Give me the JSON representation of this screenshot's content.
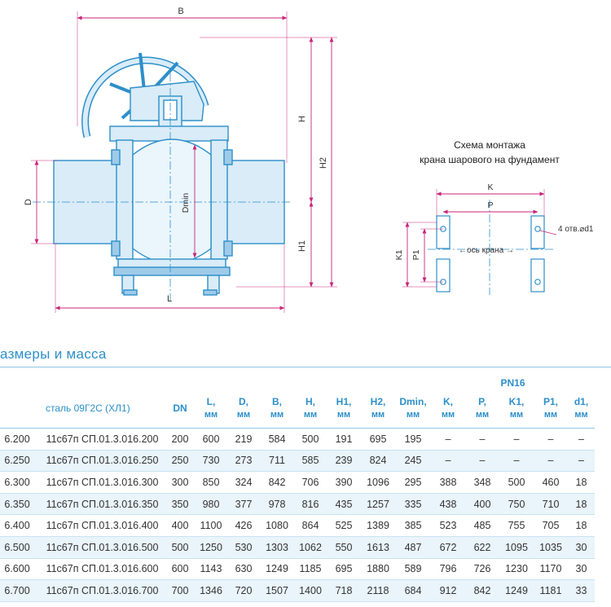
{
  "drawing": {
    "main_labels": {
      "B": "B",
      "H": "H",
      "H2": "H2",
      "H1": "H1",
      "D": "D",
      "Dmin": "Dmin",
      "L": "L"
    },
    "schema": {
      "title_line1": "Схема монтажа",
      "title_line2": "крана шарового на фундамент",
      "K": "K",
      "P": "P",
      "K1": "K1",
      "P1": "P1",
      "holes": "4 отв.⌀d1",
      "axis": "←ось крана →"
    },
    "line_color": "#2d8fc9",
    "part_color": "#d9ecf8"
  },
  "section_title": "азмеры и масса",
  "table": {
    "group_header": "PN16",
    "headers": {
      "steel": "сталь 09Г2С (ХЛ1)",
      "dn": "DN",
      "L": "L,",
      "D": "D,",
      "B": "B,",
      "H": "H,",
      "H1": "H1,",
      "H2": "H2,",
      "Dmin": "Dmin,",
      "K": "K,",
      "P": "P,",
      "K1": "K1,",
      "P1": "P1,",
      "d1": "d1,",
      "unit": "мм"
    },
    "rows": [
      {
        "code": "6.200",
        "steel": "11с67п СП.01.3.016.200",
        "dn": "200",
        "L": "600",
        "D": "219",
        "B": "584",
        "H": "500",
        "H1": "191",
        "H2": "695",
        "Dmin": "195",
        "K": "–",
        "P": "–",
        "K1": "–",
        "P1": "–",
        "d1": "–"
      },
      {
        "code": "6.250",
        "steel": "11с67п СП.01.3.016.250",
        "dn": "250",
        "L": "730",
        "D": "273",
        "B": "711",
        "H": "585",
        "H1": "239",
        "H2": "824",
        "Dmin": "245",
        "K": "–",
        "P": "–",
        "K1": "–",
        "P1": "–",
        "d1": "–"
      },
      {
        "code": "6.300",
        "steel": "11с67п СП.01.3.016.300",
        "dn": "300",
        "L": "850",
        "D": "324",
        "B": "842",
        "H": "706",
        "H1": "390",
        "H2": "1096",
        "Dmin": "295",
        "K": "388",
        "P": "348",
        "K1": "500",
        "P1": "460",
        "d1": "18"
      },
      {
        "code": "6.350",
        "steel": "11с67п СП.01.3.016.350",
        "dn": "350",
        "L": "980",
        "D": "377",
        "B": "978",
        "H": "816",
        "H1": "435",
        "H2": "1257",
        "Dmin": "335",
        "K": "438",
        "P": "400",
        "K1": "750",
        "P1": "710",
        "d1": "18"
      },
      {
        "code": "6.400",
        "steel": "11с67п СП.01.3.016.400",
        "dn": "400",
        "L": "1100",
        "D": "426",
        "B": "1080",
        "H": "864",
        "H1": "525",
        "H2": "1389",
        "Dmin": "385",
        "K": "523",
        "P": "485",
        "K1": "755",
        "P1": "705",
        "d1": "18"
      },
      {
        "code": "6.500",
        "steel": "11с67п СП.01.3.016.500",
        "dn": "500",
        "L": "1250",
        "D": "530",
        "B": "1303",
        "H": "1062",
        "H1": "550",
        "H2": "1613",
        "Dmin": "487",
        "K": "672",
        "P": "622",
        "K1": "1095",
        "P1": "1035",
        "d1": "30"
      },
      {
        "code": "6.600",
        "steel": "11с67п СП.01.3.016.600",
        "dn": "600",
        "L": "1143",
        "D": "630",
        "B": "1249",
        "H": "1185",
        "H1": "695",
        "H2": "1880",
        "Dmin": "589",
        "K": "796",
        "P": "726",
        "K1": "1230",
        "P1": "1170",
        "d1": "30"
      },
      {
        "code": "6.700",
        "steel": "11с67п СП.01.3.016.700",
        "dn": "700",
        "L": "1346",
        "D": "720",
        "B": "1507",
        "H": "1400",
        "H1": "718",
        "H2": "2118",
        "Dmin": "684",
        "K": "912",
        "P": "842",
        "K1": "1249",
        "P1": "1181",
        "d1": "33"
      }
    ]
  }
}
